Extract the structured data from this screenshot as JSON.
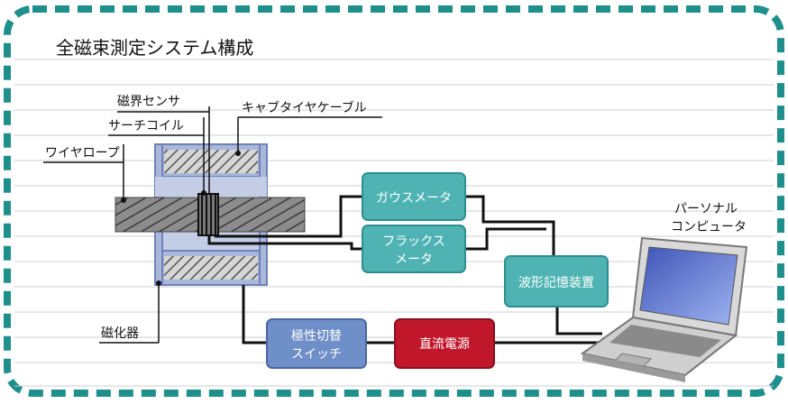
{
  "title": "全磁束測定システム構成",
  "labels": {
    "magnetic_sensor": "磁界センサ",
    "search_coil": "サーチコイル",
    "cabtire_cable": "キャブタイヤケーブル",
    "wire_rope": "ワイヤロープ",
    "magnetizer": "磁化器",
    "pc_line1": "パーソナル",
    "pc_line2": "コンピュータ"
  },
  "boxes": {
    "gauss_meter": "ガウスメータ",
    "flux_meter_line1": "フラックス",
    "flux_meter_line2": "メータ",
    "waveform_recorder": "波形記憶装置",
    "polarity_switch_line1": "極性切替",
    "polarity_switch_line2": "スイッチ",
    "dc_power": "直流電源"
  },
  "colors": {
    "frame": "#1e8f8a",
    "teal_box": "#4fb3b3",
    "blue_box": "#6f8fc8",
    "red_box": "#c0182a",
    "magnetizer_body": "#a9b7da"
  }
}
